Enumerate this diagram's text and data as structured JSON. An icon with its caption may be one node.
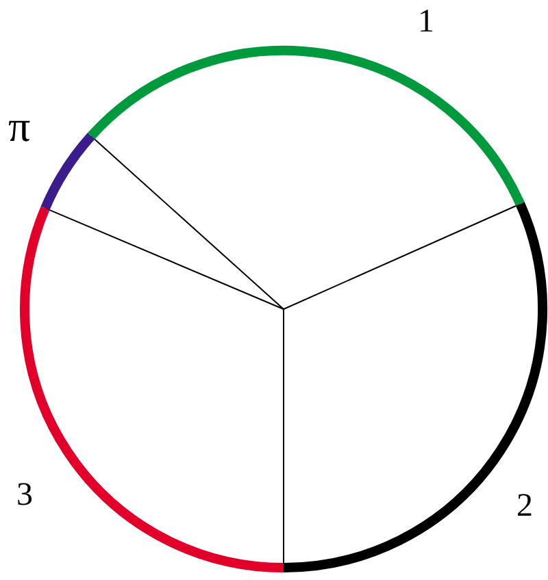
{
  "diagram": {
    "labels": [
      "π",
      "1",
      "2",
      "3"
    ]
  }
}
